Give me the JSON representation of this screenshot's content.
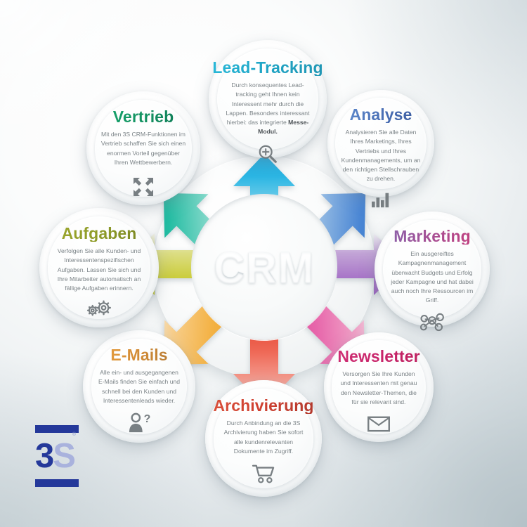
{
  "center": {
    "label": "CRM",
    "hub_name": "crm-hub"
  },
  "brand": {
    "logo_primary": "3",
    "logo_secondary": "S",
    "logo_registered": "®",
    "logo_color": "#24389a",
    "logo_secondary_color": "#a9b2dd"
  },
  "background": {
    "top_left": "#ffffff",
    "bottom_right": "#c2cbd0"
  },
  "arrows": [
    {
      "name": "arrow-up",
      "direction": "up",
      "from": "#1fb5e0",
      "to": "#3fc6ec",
      "points_to": "lead-tracking"
    },
    {
      "name": "arrow-up-right",
      "direction": "up-right",
      "from": "#4f8fd6",
      "to": "#2f7fd0",
      "points_to": "analyse"
    },
    {
      "name": "arrow-right",
      "direction": "right",
      "from": "#a46fc4",
      "to": "#b07fd0",
      "points_to": "marketing"
    },
    {
      "name": "arrow-down-right",
      "direction": "down-right",
      "from": "#e0539f",
      "to": "#ea66ab",
      "points_to": "newsletter"
    },
    {
      "name": "arrow-down",
      "direction": "down",
      "from": "#e8533f",
      "to": "#f2685a",
      "points_to": "archivierung"
    },
    {
      "name": "arrow-down-left",
      "direction": "down-left",
      "from": "#f0a62c",
      "to": "#f6b947",
      "points_to": "e-mails"
    },
    {
      "name": "arrow-left",
      "direction": "left",
      "from": "#c3c52a",
      "to": "#d2d33c",
      "points_to": "aufgaben"
    },
    {
      "name": "arrow-up-left",
      "direction": "up-left",
      "from": "#13b29a",
      "to": "#1fc0a6",
      "points_to": "vertrieb"
    }
  ],
  "bubbles": {
    "lead": {
      "title": "Lead-Tracking",
      "desc_before": "Durch konsequentes Lead-tracking geht Ihnen kein Interessent mehr durch die Lappen. Besonders interessant hierbei: das integrierte ",
      "desc_bold": "Messe-Modul.",
      "icon": "magnifier-plus-icon",
      "color": "#1fa7c8"
    },
    "analyse": {
      "title": "Analyse",
      "desc": "Analysieren Sie alle Daten Ihres Marketings, Ihres Vertriebs und Ihres Kundenmanagements, um an den richtigen Stellschrauben zu drehen.",
      "icon": "bar-chart-icon",
      "color": "#4a6fb5"
    },
    "marketing": {
      "title": "Marketing",
      "desc": "Ein ausgereiftes Kampagnenmanagement überwacht Budgets und Erfolg jeder Kampagne und hat dabei auch noch Ihre Ressourcen im Griff.",
      "icon": "network-nodes-icon",
      "color": "#a74f94"
    },
    "newsletter": {
      "title": "Newsletter",
      "desc": "Versorgen Sie Ihre Kunden und Interessenten mit genau den Newsletter-Themen, die für sie relevant sind.",
      "icon": "envelope-icon",
      "color": "#c8256a"
    },
    "archiv": {
      "title": "Archivierung",
      "desc": "Durch Anbindung an die 3S Archivierung haben Sie sofort alle kundenrelevanten Dokumente im Zugriff.",
      "icon": "shopping-cart-icon",
      "color": "#cf4030"
    },
    "email": {
      "title": "E-Mails",
      "desc": "Alle ein- und ausgegangenen E-Mails finden Sie einfach und schnell bei den Kunden und Interessentenleads wieder.",
      "icon": "person-question-icon",
      "color": "#d08a36"
    },
    "aufgaben": {
      "title": "Aufgaben",
      "desc": "Verfolgen Sie alle Kunden- und Interessentenspezifischen Aufgaben. Lassen Sie sich und Ihre Mitarbeiter automatisch an fällige Aufgaben erinnern.",
      "icon": "gears-icon",
      "color": "#8d9a28"
    },
    "vertrieb": {
      "title": "Vertrieb",
      "desc": "Mit den 3S CRM-Funktionen im Vertrieb schaffen Sie sich einen enormen Vorteil gegenüber Ihren Wettbewerbern.",
      "icon": "collapse-arrows-icon",
      "color": "#149161"
    }
  }
}
